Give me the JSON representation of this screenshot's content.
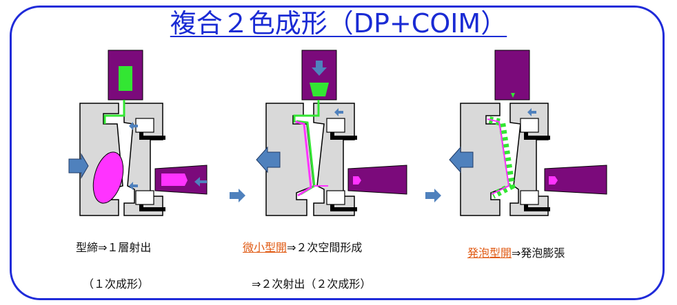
{
  "title": "複合２色成形（DP+COIM）",
  "steps": [
    {
      "line1": "型締⇒１層射出",
      "line2": "（１次成形）"
    },
    {
      "line1_highlight": "微小型開",
      "line1_rest": "⇒２次空間形成",
      "line2": "⇒２次射出（２次成形）"
    },
    {
      "line1_highlight": "発泡型開",
      "line1_rest": "⇒発泡膨張"
    }
  ],
  "colors": {
    "border": "#1f2bd9",
    "title": "#1a2bd4",
    "highlight": "#e05a13",
    "mold": "#d9d9d9",
    "nozzle": "#7b0a7b",
    "green_resin": "#33e633",
    "magenta_resin": "#ff33ff",
    "arrow_blue": "#4f81bd"
  }
}
